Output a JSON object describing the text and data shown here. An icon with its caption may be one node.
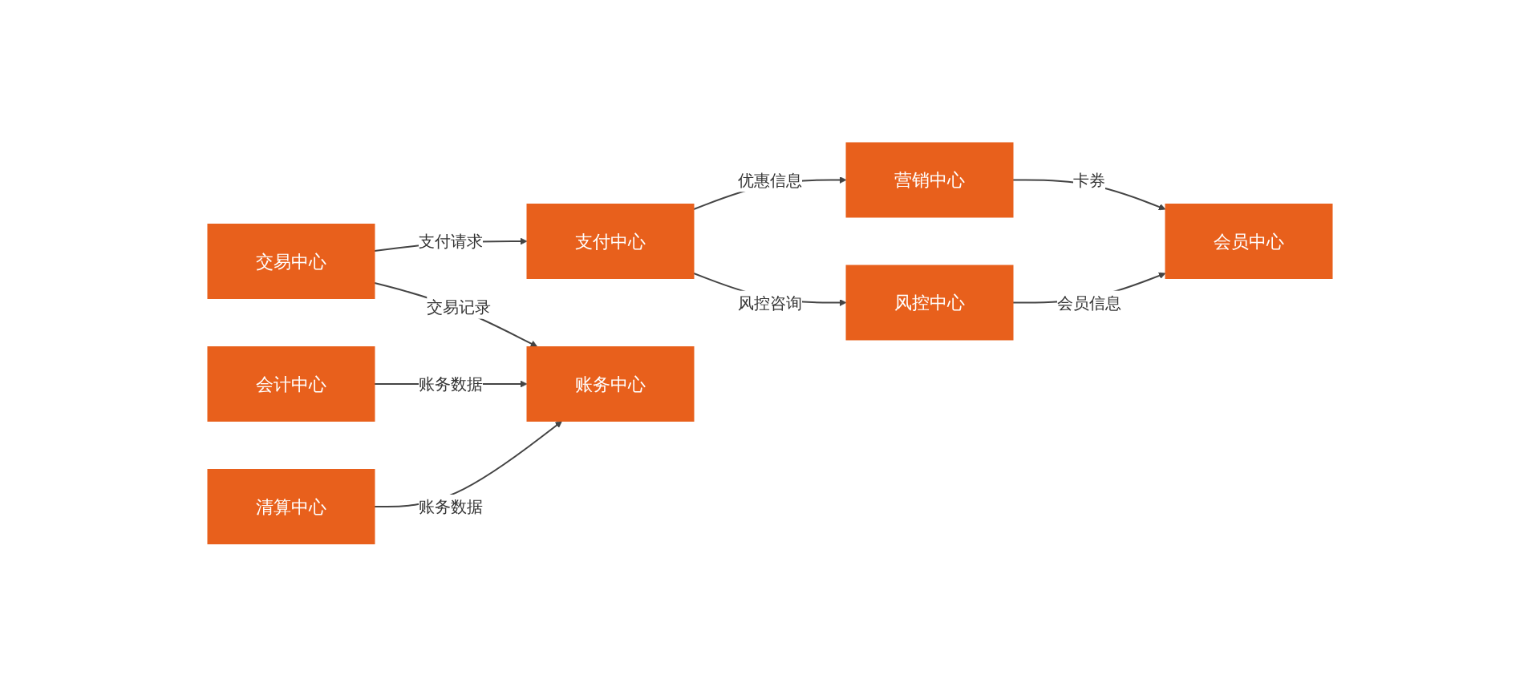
{
  "diagram": {
    "nodes": [
      {
        "text": [
          "交易中心"
        ]
      },
      {
        "text": [
          "支付中心"
        ]
      },
      {
        "text": [
          "营销中心"
        ]
      },
      {
        "text": [
          "风控中心"
        ]
      },
      {
        "text": [
          "会员中心"
        ]
      },
      {
        "text": [
          "账务中心"
        ]
      },
      {
        "text": [
          "会计中心"
        ]
      },
      {
        "text": [
          "清算中心"
        ]
      }
    ],
    "edges": [
      {
        "from": 0,
        "to": 1,
        "arrow": "to",
        "label": "支付请求"
      },
      {
        "from": 1,
        "to": 2,
        "arrow": "to",
        "label": "优惠信息"
      },
      {
        "from": 1,
        "to": 3,
        "arrow": "to",
        "label": "风控咨询"
      },
      {
        "from": 2,
        "to": 4,
        "arrow": "to",
        "label": "卡券"
      },
      {
        "from": 3,
        "to": 4,
        "arrow": "to",
        "label": "会员信息"
      },
      {
        "from": 0,
        "to": 5,
        "arrow": "to",
        "label": "交易记录"
      },
      {
        "from": 6,
        "to": 5,
        "arrow": "to",
        "label": "账务数据"
      },
      {
        "from": 7,
        "to": 5,
        "arrow": "to",
        "label": "账务数据"
      }
    ]
  }
}
